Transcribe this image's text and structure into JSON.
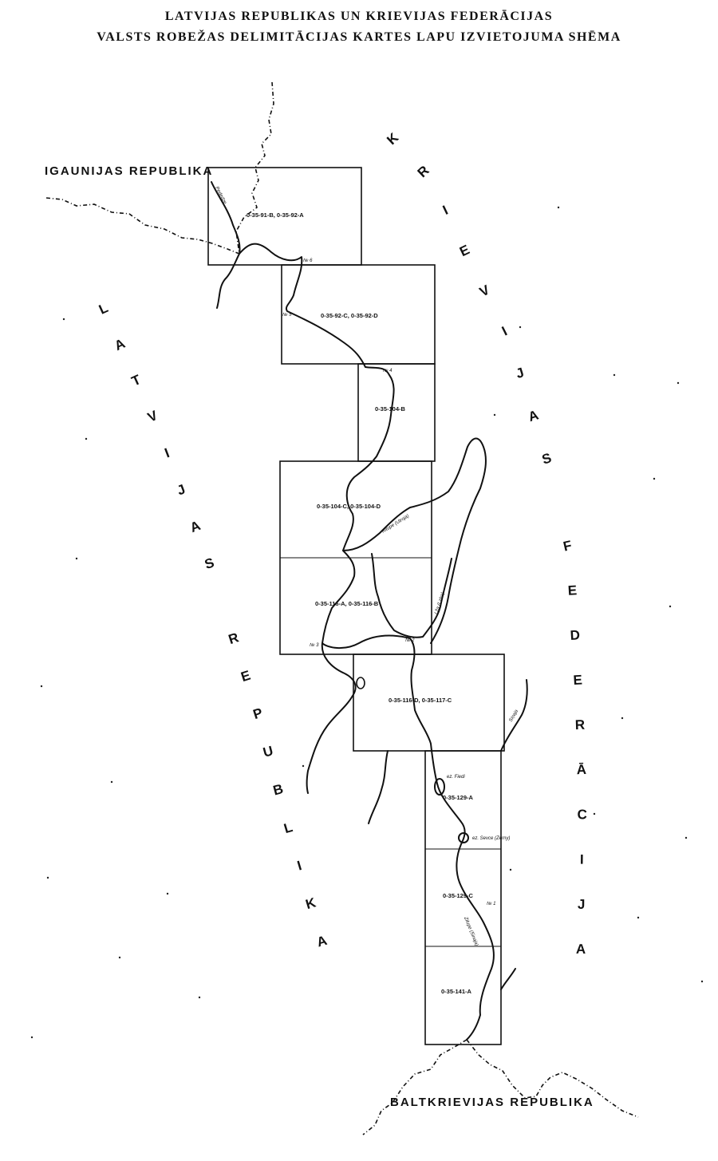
{
  "title": {
    "line1": "LATVIJAS REPUBLIKAS UN KRIEVIJAS FEDERĀCIJAS",
    "line2": "VALSTS ROBEŽAS DELIMITĀCIJAS KARTES LAPU IZVIETOJUMA SHĒMA"
  },
  "countries": {
    "estonia": "IGAUNIJAS REPUBLIKA",
    "latvia": "LATVIJAS REPUBLIKA",
    "russia": "KRIEVIJAS FEDERĀCIJA",
    "belarus": "BALTKRIEVIJAS REPUBLIKA"
  },
  "sheets": [
    "0-35-91-B, 0-35-92-A",
    "0-35-92-C, 0-35-92-D",
    "0-35-104-B",
    "0-35-104-C, 0-35-104-D",
    "0-35-116-A, 0-35-116-B",
    "0-35-116-D, 0-35-117-C",
    "0-35-129-A",
    "0-35-129-C",
    "0-35-141-A"
  ],
  "markers": [
    "№ 6",
    "№ 5",
    "№ 4",
    "№ 3",
    "№ 2",
    "№ 1"
  ],
  "water_labels": {
    "pededze": "Pededze",
    "rītupe": "Rītupe (Utroja)",
    "lža": "Lža (Lzha)",
    "siņaja": "Siņaja",
    "lake_fiedi": "ez. Fiedi",
    "lake_sevce": "ez. Sevce (Zerny)",
    "zilupe": "Zilupe (Sinaja)"
  }
}
